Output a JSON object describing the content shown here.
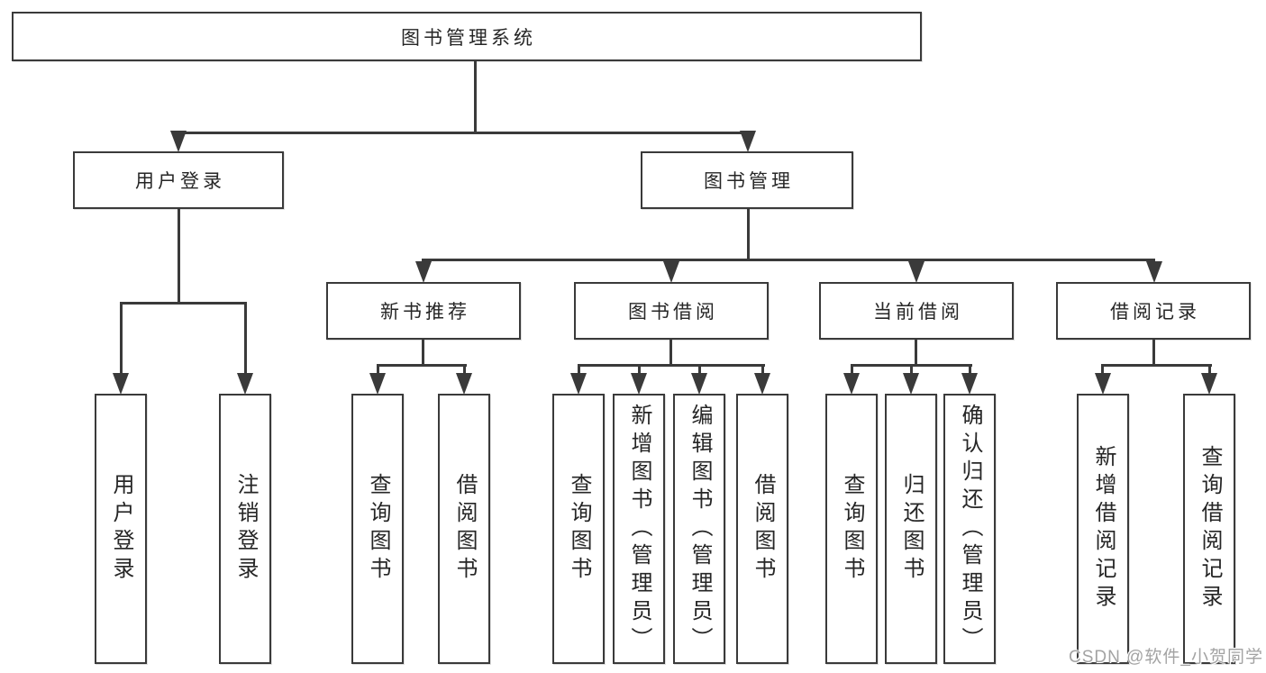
{
  "colors": {
    "line": "#3a3a3a",
    "text": "#262626",
    "background": "#ffffff",
    "watermark": "#a3a3a3"
  },
  "tree": {
    "root": "图书管理系统",
    "children": [
      {
        "label": "用户登录",
        "children": [
          "用户登录",
          "注销登录"
        ]
      },
      {
        "label": "图书管理",
        "children": [
          {
            "label": "新书推荐",
            "children": [
              "查询图书",
              "借阅图书"
            ]
          },
          {
            "label": "图书借阅",
            "children": [
              "查询图书",
              "新增图书（管理员）",
              "编辑图书（管理员）",
              "借阅图书"
            ]
          },
          {
            "label": "当前借阅",
            "children": [
              "查询图书",
              "归还图书",
              "确认归还（管理员）"
            ]
          },
          {
            "label": "借阅记录",
            "children": [
              "新增借阅记录",
              "查询借阅记录"
            ]
          }
        ]
      }
    ]
  },
  "watermark": {
    "text": "CSDN @软件_小贺同学"
  }
}
